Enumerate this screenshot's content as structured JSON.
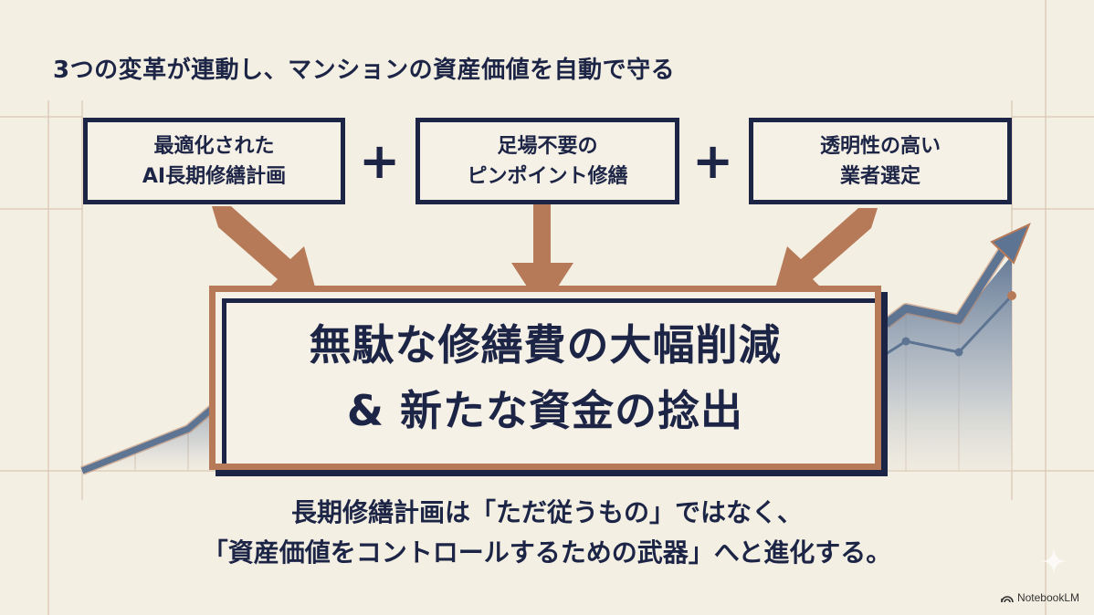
{
  "slide": {
    "title": "3つの変革が連動し、マンションの資産価値を自動で守る",
    "inputs": [
      {
        "line1": "最適化された",
        "line2": "AI長期修繕計画"
      },
      {
        "line1": "足場不要の",
        "line2": "ピンポイント修繕"
      },
      {
        "line1": "透明性の高い",
        "line2": "業者選定"
      }
    ],
    "operator": "+",
    "result": {
      "line1": "無駄な修繕費の大幅削減",
      "line2": "& 新たな資金の捻出"
    },
    "conclusion": {
      "line1": "長期修繕計画は「ただ従うもの」ではなく、",
      "line2": "「資産価値をコントロールするための武器」へと進化する。"
    },
    "branding": {
      "logo_text": "NotebookLM"
    },
    "icons": {
      "arrows": "arrow-down-icon",
      "growth": "trend-up-arrow-icon",
      "logo": "notebooklm-logo-icon",
      "sparkle": "sparkle-icon"
    },
    "colors": {
      "background": "#f4efe3",
      "navy": "#1d2546",
      "copper": "#b77a58",
      "chart_blue": "#5d7493",
      "grid": "#d9c6b3"
    }
  }
}
